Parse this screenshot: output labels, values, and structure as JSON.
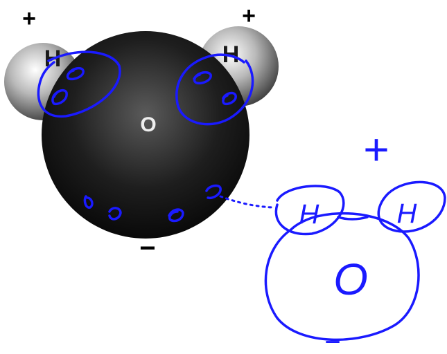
{
  "molecule": {
    "hydrogen_left_label": "H",
    "hydrogen_right_label": "H",
    "oxygen_label": "O",
    "charge_plus_left": "+",
    "charge_plus_right": "+",
    "charge_minus": "−"
  },
  "annotations": {
    "hydrogen_left_label": "H",
    "hydrogen_right_label": "H",
    "oxygen_label": "O",
    "charge_plus": "+",
    "charge_minus": "−",
    "ink_color": "#1a1aff"
  }
}
